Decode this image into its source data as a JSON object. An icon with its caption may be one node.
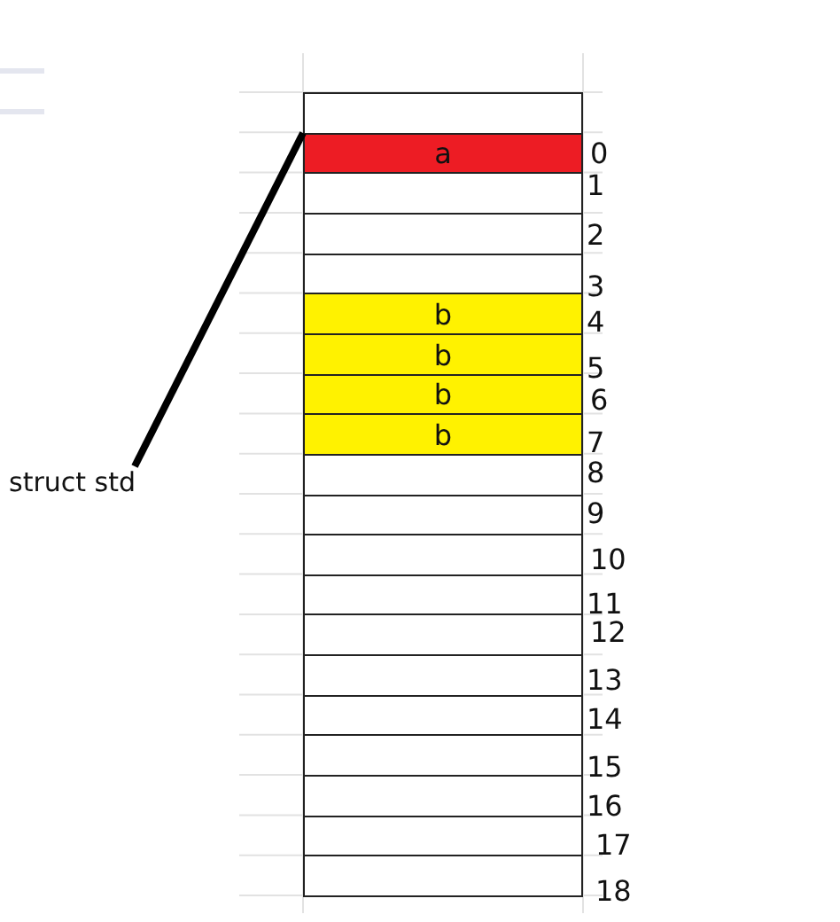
{
  "diagram": {
    "nodes": [
      {
        "text": [],
        "shape": "box"
      },
      {
        "text": [
          "a"
        ]
      },
      {
        "text": [],
        "shape": "box"
      },
      {
        "text": [],
        "shape": "box"
      },
      {
        "text": [],
        "shape": "box"
      },
      {
        "text": [
          "b"
        ]
      },
      {
        "text": [
          "b"
        ]
      },
      {
        "text": [
          "b"
        ]
      },
      {
        "text": [
          "b"
        ]
      },
      {
        "text": [],
        "shape": "box"
      },
      {
        "text": [],
        "shape": "box"
      },
      {
        "text": [],
        "shape": "box"
      },
      {
        "text": [],
        "shape": "box"
      },
      {
        "text": [],
        "shape": "box"
      },
      {
        "text": [],
        "shape": "box"
      },
      {
        "text": [],
        "shape": "box"
      },
      {
        "text": [],
        "shape": "box"
      },
      {
        "text": [],
        "shape": "box"
      },
      {
        "text": [],
        "shape": "box"
      },
      {
        "text": [],
        "shape": "box"
      },
      {
        "text": [
          "struct std"
        ]
      }
    ],
    "edges": [
      {
        "from": 20,
        "to": 1,
        "arrow": "none"
      }
    ],
    "labels": [
      "0",
      "1",
      "2",
      "3",
      "4",
      "5",
      "6",
      "7",
      "8",
      "9",
      "10",
      "11",
      "12",
      "13",
      "14",
      "15",
      "16",
      "17",
      "18"
    ]
  }
}
